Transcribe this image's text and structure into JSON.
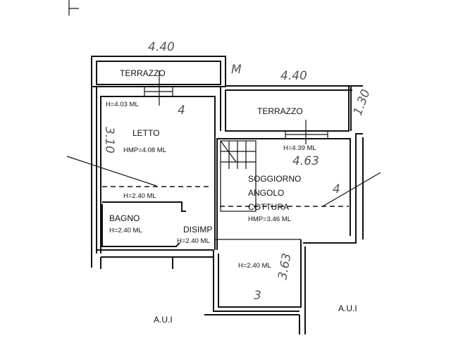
{
  "plan": {
    "rooms": {
      "terrazzo_1": {
        "name": "TERRAZZO"
      },
      "terrazzo_2": {
        "name": "TERRAZZO"
      },
      "letto": {
        "name": "LETTO",
        "height_top": "H=4.03 ML",
        "height_avg": "HMP=4.08 ML",
        "height_low": "H=2.40 ML"
      },
      "bagno": {
        "name": "BAGNO",
        "height": "H=2.40 ML"
      },
      "disimp": {
        "name": "DISIMP",
        "height": "H=2.40 ML"
      },
      "soggiorno": {
        "name_line1": "SOGGIORNO",
        "name_line2": "ANGOLO",
        "name_line3": "COTTURA",
        "height_top": "H=4.39 ML",
        "height_avg": "HMP=3.46 ML"
      },
      "lower_room": {
        "height": "H=2.40 ML"
      },
      "aui_left": {
        "name": "A.U.I"
      },
      "aui_right": {
        "name": "A.U.I"
      }
    },
    "handwritten": {
      "top_left": "4.40",
      "top_right": "4.40",
      "north_mark": "M",
      "right_side": "1.30",
      "letto_side": "3.10",
      "letto_depth": "4",
      "soggiorno_width": "4.63",
      "soggiorno_depth": "4",
      "lower_side": "3.63",
      "lower_width": "3"
    }
  }
}
